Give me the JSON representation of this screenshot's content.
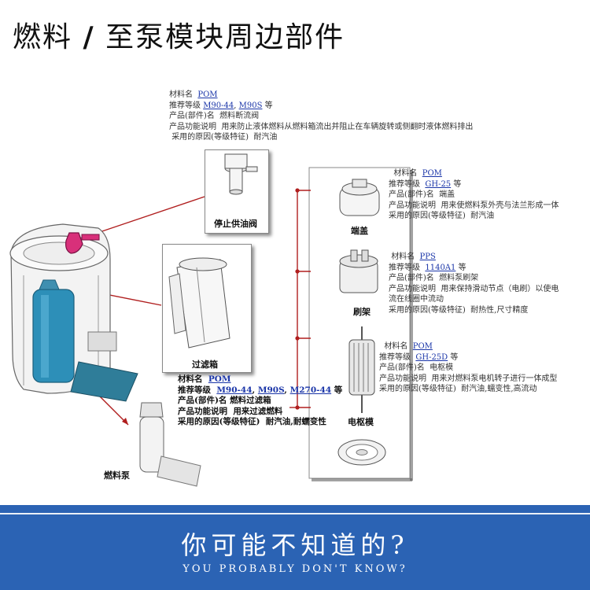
{
  "title": {
    "left": "燃料",
    "slash": "/",
    "right": "至泵模块周边部件"
  },
  "labels": {
    "label_m": "材料名",
    "label_r": "推荐等级",
    "label_p": "产品(部件)名",
    "label_f": "产品功能说明",
    "label_c": "采用的原因(等级特征)",
    "deng": "等"
  },
  "parts": {
    "stop_valve": {
      "caption": "停止供油阀",
      "material": "POM",
      "grade_a": "M90-44",
      "grade_b": "M90S",
      "name": "燃料断流阀",
      "function": "用来防止液体燃料从燃料箱流出并阻止在车辆旋转或侧翻时液体燃料排出",
      "reason": "耐汽油"
    },
    "filter": {
      "caption": "过滤箱",
      "material": "POM",
      "grade_a": "M90-44",
      "grade_b": "M90S",
      "grade_c": "M270-44",
      "name": "燃料过滤箱",
      "function": "用来过滤燃料",
      "reason": "耐汽油,耐蠕变性"
    },
    "end_cap": {
      "caption": "端盖",
      "material": "POM",
      "grade": "GH-25",
      "name": "端盖",
      "function": "用来使燃料泵外壳与法兰形成一体",
      "reason": "耐汽油"
    },
    "brush": {
      "caption": "刷架",
      "material": "PPS",
      "grade": "1140A1",
      "name": "燃料泵刷架",
      "function_1": "用来保持滑动节点（电刷）以使电",
      "function_2": "流在线圈中流动",
      "reason": "耐热性,尺寸精度"
    },
    "armature": {
      "caption": "电枢模",
      "material": "POM",
      "grade": "GH-25D",
      "name": "电枢模",
      "function": "用来对燃料泵电机转子进行一体成型",
      "reason": "耐汽油,蠕变性,高流动"
    },
    "pump": {
      "caption": "燃料泵"
    }
  },
  "banner": {
    "main": "你可能不知道的?",
    "sub": "YOU PROBABLY DON'T KNOW?"
  },
  "colors": {
    "accent_pink": "#d8307a",
    "pump_blue": "#2d8fb8",
    "connector_red": "#b01e1e",
    "banner_blue": "#2b63b4",
    "grade_link": "#1a35a8"
  }
}
